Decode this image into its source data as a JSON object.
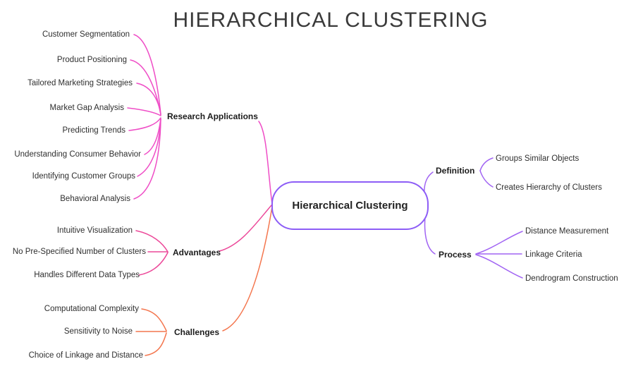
{
  "title": "HIERARCHICAL CLUSTERING",
  "central_node": {
    "label": "Hierarchical Clustering",
    "border_color": "#8d5df6"
  },
  "branches": {
    "research_applications": {
      "label": "Research Applications",
      "color": "#ef4dc6",
      "children": [
        "Customer Segmentation",
        "Product Positioning",
        "Tailored Marketing Strategies",
        "Market Gap Analysis",
        "Predicting Trends",
        "Understanding Consumer Behavior",
        "Identifying Customer Groups",
        "Behavioral Analysis"
      ]
    },
    "advantages": {
      "label": "Advantages",
      "color": "#ec4899",
      "children": [
        "Intuitive Visualization",
        "No Pre-Specified Number of Clusters",
        "Handles Different Data Types"
      ]
    },
    "challenges": {
      "label": "Challenges",
      "color": "#f4764e",
      "children": [
        "Computational Complexity",
        "Sensitivity to Noise",
        "Choice of Linkage and Distance"
      ]
    },
    "definition": {
      "label": "Definition",
      "color": "#a164f3",
      "children": [
        "Groups Similar Objects",
        "Creates Hierarchy of Clusters"
      ]
    },
    "process": {
      "label": "Process",
      "color": "#a164f3",
      "children": [
        "Distance Measurement",
        "Linkage Criteria",
        "Dendrogram Construction"
      ]
    }
  }
}
